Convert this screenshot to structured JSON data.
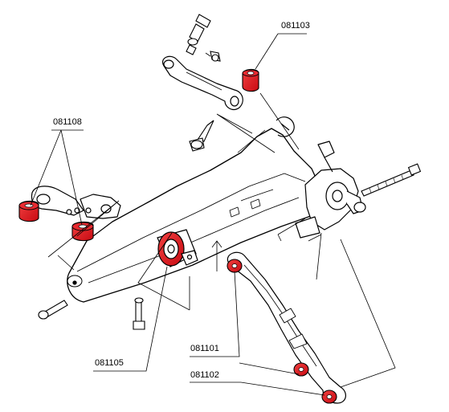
{
  "labels": {
    "top_link": "081103",
    "left_bushings": "081108",
    "subframe_bushing": "081105",
    "lower_arm_inner": "081101",
    "lower_arm_outer": "081102"
  },
  "colors": {
    "bushing": "#e8121c",
    "line": "#000000",
    "background": "#ffffff"
  }
}
